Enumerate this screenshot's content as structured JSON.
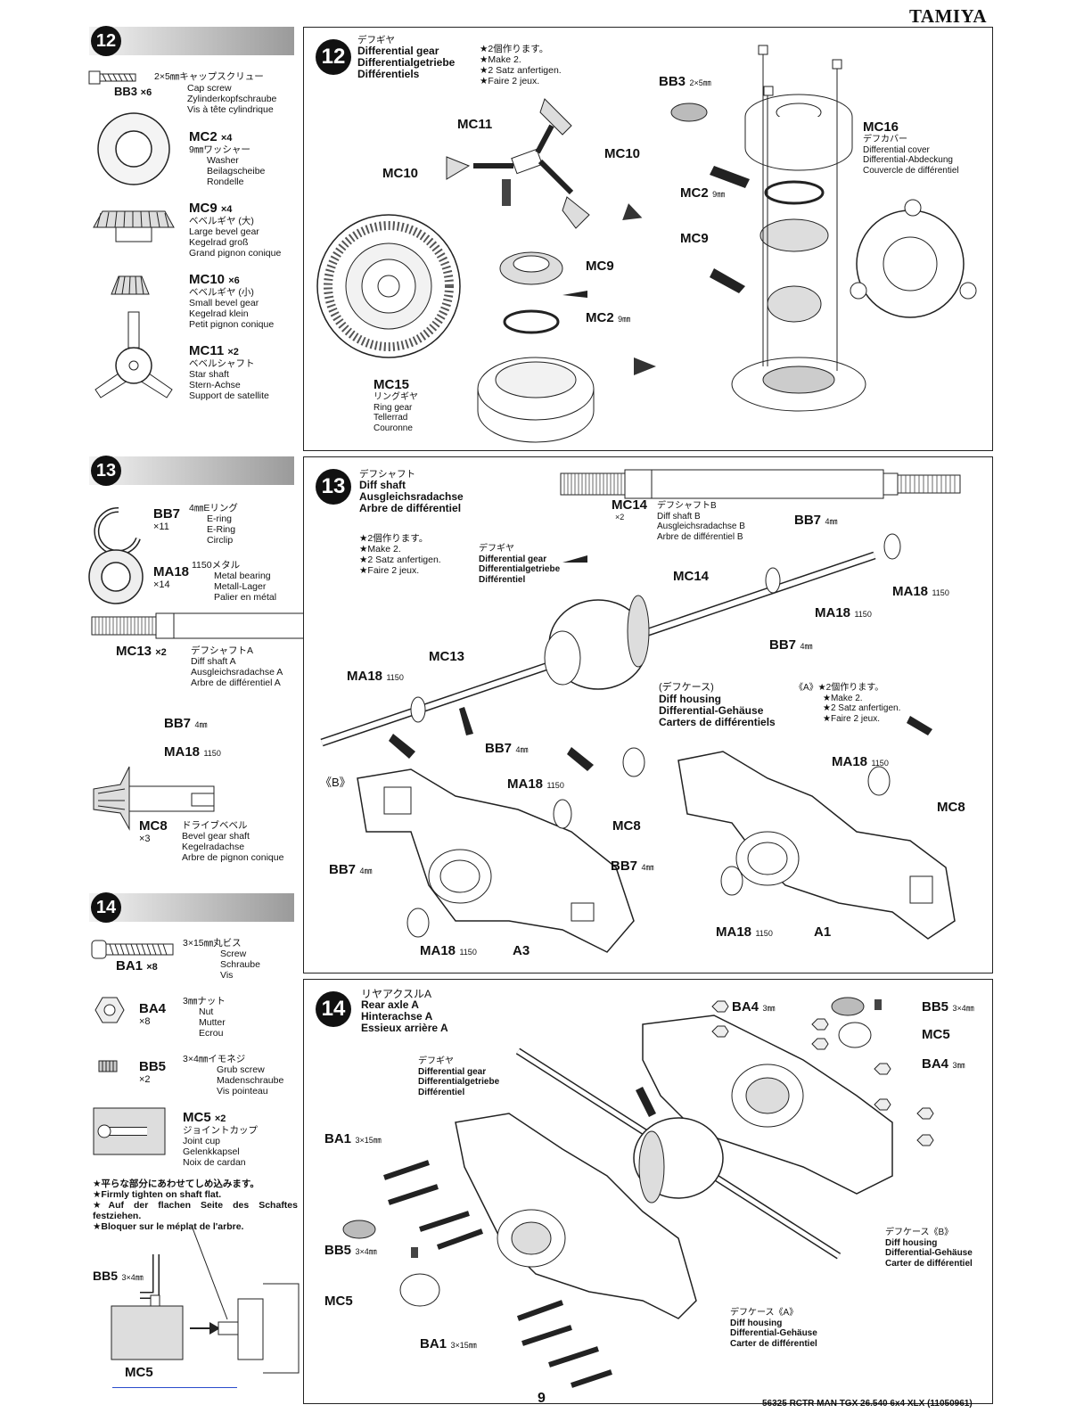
{
  "brand": "TAMIYA",
  "page_number": "9",
  "footer_code": "56325 RCTR MAN TGX 26.540 6x4 XLX (11050961)",
  "steps": {
    "s12": {
      "num": "12",
      "title_jp": "デフギヤ",
      "title": [
        "Differential gear",
        "Differentialgetriebe",
        "Différentiels"
      ],
      "note": [
        "★2個作ります。",
        "★Make 2.",
        "★2 Satz anfertigen.",
        "★Faire 2 jeux."
      ]
    },
    "s13": {
      "num": "13",
      "title_jp": "デフシャフト",
      "title": [
        "Diff shaft",
        "Ausgleichsradachse",
        "Arbre de différentiel"
      ],
      "note": [
        "★2個作ります。",
        "★Make 2.",
        "★2 Satz anfertigen.",
        "★Faire 2 jeux."
      ]
    },
    "s14": {
      "num": "14",
      "title_jp": "リヤアクスルA",
      "title": [
        "Rear axle A",
        "Hinterachse A",
        "Essieux arrière A"
      ]
    }
  },
  "parts12": [
    {
      "code": "BB3",
      "qty": "×6",
      "jp": "2×5㎜キャップスクリュー",
      "lines": [
        "Cap screw",
        "Zylinderkopfschraube",
        "Vis à tête cylindrique"
      ]
    },
    {
      "code": "MC2",
      "qty": "×4",
      "jp": "9㎜ワッシャー",
      "lines": [
        "Washer",
        "Beilagscheibe",
        "Rondelle"
      ]
    },
    {
      "code": "MC9",
      "qty": "×4",
      "jp": "ベベルギヤ (大)",
      "lines": [
        "Large bevel gear",
        "Kegelrad groß",
        "Grand pignon conique"
      ]
    },
    {
      "code": "MC10",
      "qty": "×6",
      "jp": "ベベルギヤ (小)",
      "lines": [
        "Small bevel gear",
        "Kegelrad klein",
        "Petit pignon conique"
      ]
    },
    {
      "code": "MC11",
      "qty": "×2",
      "jp": "ベベルシャフト",
      "lines": [
        "Star shaft",
        "Stern-Achse",
        "Support de satellite"
      ]
    }
  ],
  "parts13": [
    {
      "code": "BB7",
      "qty": "×11",
      "jp": "4㎜Eリング",
      "lines": [
        "E-ring",
        "E-Ring",
        "Circlip"
      ]
    },
    {
      "code": "MA18",
      "qty": "×14",
      "jp": "1150メタル",
      "lines": [
        "Metal bearing",
        "Metall-Lager",
        "Palier en métal"
      ]
    },
    {
      "code": "MC13",
      "qty": "×2",
      "jp": "デフシャフトA",
      "lines": [
        "Diff shaft A",
        "Ausgleichsradachse A",
        "Arbre de différentiel A"
      ]
    },
    {
      "code": "MC8",
      "qty": "×3",
      "jp": "ドライブベベル",
      "lines": [
        "Bevel gear shaft",
        "Kegelradachse",
        "Arbre de pignon conique"
      ]
    }
  ],
  "parts14": [
    {
      "code": "BA1",
      "qty": "×8",
      "jp": "3×15㎜丸ビス",
      "lines": [
        "Screw",
        "Schraube",
        "Vis"
      ]
    },
    {
      "code": "BA4",
      "qty": "×8",
      "jp": "3㎜ナット",
      "lines": [
        "Nut",
        "Mutter",
        "Ecrou"
      ]
    },
    {
      "code": "BB5",
      "qty": "×2",
      "jp": "3×4㎜イモネジ",
      "lines": [
        "Grub screw",
        "Madenschraube",
        "Vis pointeau"
      ]
    },
    {
      "code": "MC5",
      "qty": "×2",
      "jp": "ジョイントカップ",
      "lines": [
        "Joint cup",
        "Gelenkkapsel",
        "Noix de cardan"
      ]
    }
  ],
  "tip14": [
    "★平らな部分にあわせてしめ込みます。",
    "★Firmly tighten on shaft flat.",
    "★Auf der flachen Seite des Schaftes festziehen.",
    "★Bloquer sur le méplat de l'arbre."
  ],
  "tip14_labels": {
    "bb5": "BB5",
    "bb5_size": "3×4㎜",
    "mc5": "MC5"
  },
  "labels12": {
    "mc11": "MC11",
    "mc10a": "MC10",
    "mc10b": "MC10",
    "mc9": "MC9",
    "mc2": "MC2",
    "mc2_size": "9㎜",
    "mc15": "MC15",
    "mc15_lines": [
      "リングギヤ",
      "Ring gear",
      "Tellerrad",
      "Couronne"
    ],
    "bb3": "BB3",
    "bb3_size": "2×5㎜",
    "mc16": "MC16",
    "mc16_lines": [
      "デフカバー",
      "Differential cover",
      "Differential-Abdeckung",
      "Couvercle de différentiel"
    ],
    "mc2r": "MC2",
    "mc2r_size": "9㎜",
    "mc9r": "MC9"
  },
  "labels13": {
    "mc14": "MC14",
    "mc14_qty": "×2",
    "mc14_lines": [
      "デフシャフトB",
      "Diff shaft B",
      "Ausgleichsradachse B",
      "Arbre de différentiel B"
    ],
    "diffgear": [
      "デフギヤ",
      "Differential gear",
      "Differentialgetriebe",
      "Différentiel"
    ],
    "bb7a": "BB7",
    "bb7a_size": "4㎜",
    "ma18a": "MA18",
    "ma18a_size": "1150",
    "mc14b": "MC14",
    "ma18b": "MA18",
    "ma18b_size": "1150",
    "bb7b": "BB7",
    "bb7b_size": "4㎜",
    "mc13": "MC13",
    "ma18c": "MA18",
    "ma18c_size": "1150",
    "bb7c": "BB7",
    "bb7c_size": "4㎜",
    "ma18d": "MA18",
    "ma18d_size": "1150",
    "bb7d": "BB7",
    "bb7d_size": "4㎜",
    "housing": [
      "(デフケース)",
      "Diff housing",
      "Differential-Gehäuse",
      "Carters de différentiels"
    ],
    "a_note": [
      "《A》★2個作ります。",
      "★Make 2.",
      "★2 Satz anfertigen.",
      "★Faire 2 jeux."
    ],
    "b_tag": "《B》",
    "ma18e": "MA18",
    "ma18e_size": "1150",
    "mc8a": "MC8",
    "ma18f": "MA18",
    "ma18f_size": "1150",
    "mc8b": "MC8",
    "bb7e": "BB7",
    "bb7e_size": "4㎜",
    "ma18g": "MA18",
    "ma18g_size": "1150",
    "a3": "A3",
    "bb7f": "BB7",
    "bb7f_size": "4㎜",
    "ma18h": "MA18",
    "ma18h_size": "1150",
    "a1": "A1"
  },
  "labels14": {
    "diffgear": [
      "デフギヤ",
      "Differential gear",
      "Differentialgetriebe",
      "Différentiel"
    ],
    "ba4a": "BA4",
    "ba4a_size": "3㎜",
    "bb5": "BB5",
    "bb5_size": "3×4㎜",
    "mc5": "MC5",
    "ba4b": "BA4",
    "ba4b_size": "3㎜",
    "ba1a": "BA1",
    "ba1a_size": "3×15㎜",
    "bb5b": "BB5",
    "bb5b_size": "3×4㎜",
    "mc5b": "MC5",
    "ba1b": "BA1",
    "ba1b_size": "3×15㎜",
    "caseB": [
      "デフケース《B》",
      "Diff housing",
      "Differential-Gehäuse",
      "Carter de différentiel"
    ],
    "caseA": [
      "デフケース《A》",
      "Diff housing",
      "Differential-Gehäuse",
      "Carter de différentiel"
    ]
  },
  "colors": {
    "ink": "#111111",
    "header_dark": "#9a9a9a",
    "header_light": "#f2f2f2",
    "link": "#2a4ccc"
  }
}
